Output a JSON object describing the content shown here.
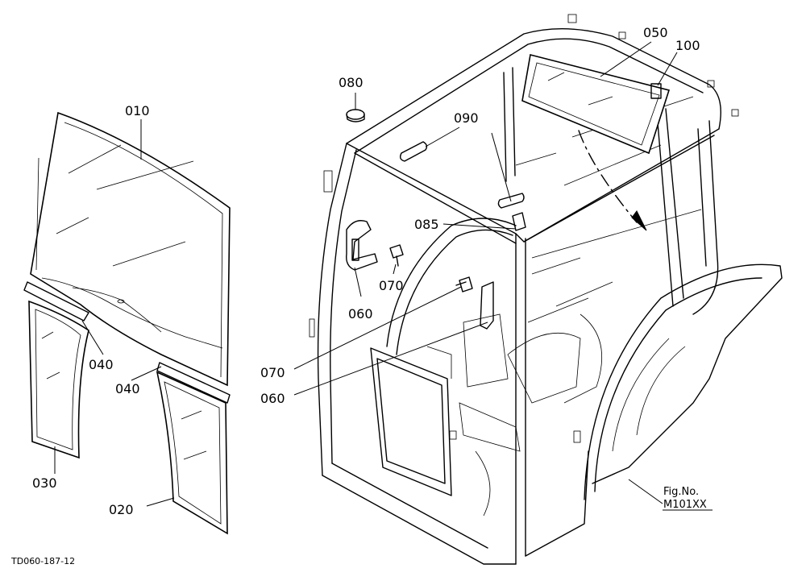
{
  "callouts": {
    "c010": "010",
    "c020": "020",
    "c030": "030",
    "c040a": "040",
    "c040b": "040",
    "c050": "050",
    "c060a": "060",
    "c060b": "060",
    "c070a": "070",
    "c070b": "070",
    "c080": "080",
    "c085": "085",
    "c090": "090",
    "c100": "100"
  },
  "figure": {
    "fig_label": "Fig.No.",
    "fig_number": "M101XX",
    "drawing_code": "TD060-187-12"
  }
}
